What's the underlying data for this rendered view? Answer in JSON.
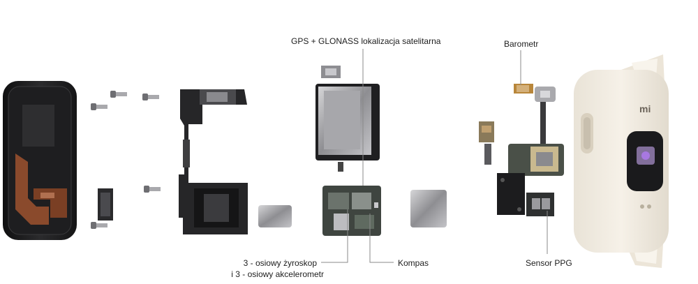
{
  "labels": {
    "gps": "GPS + GLONASS lokalizacja satelitarna",
    "barometer": "Barometr",
    "gyro_line1": "3 - osiowy żyroskop",
    "gyro_line2": "i 3 - osiowy akcelerometr",
    "compass": "Kompas",
    "ppg": "Sensor PPG"
  },
  "watch_face": {
    "brand_mark": "mi"
  },
  "colors": {
    "case_dark": "#1c1c1e",
    "frame_dark": "#2a2a2c",
    "metal_gray": "#9a9a9e",
    "copper_flex": "#8a4a2c",
    "pcb_green_gray": "#5f6a60",
    "strap_cream": "#efe8dc",
    "leader_line": "#8a8a8a"
  }
}
